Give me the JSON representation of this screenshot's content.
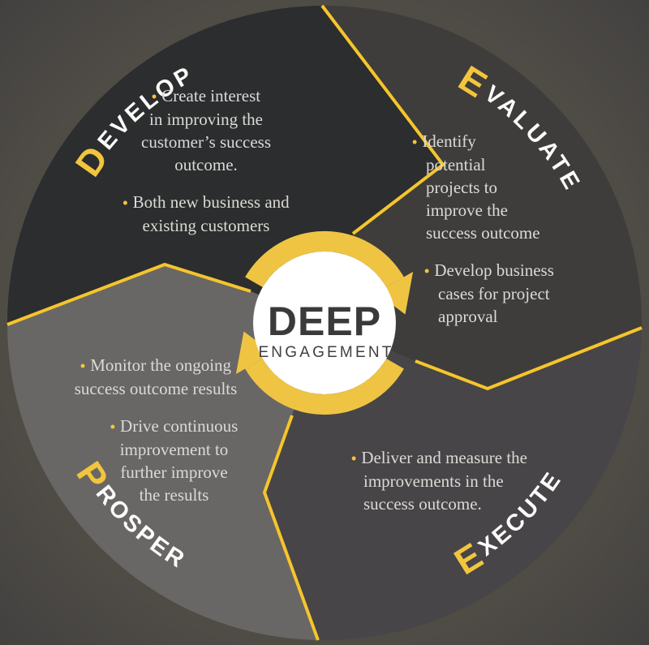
{
  "title": {
    "line1": "DEEP",
    "line2": "ENGAGEMENT"
  },
  "bullet_char": "•",
  "colors": {
    "background": "#434140",
    "accent_line": "#f5c52c",
    "accent_ring": "#efc443",
    "accent_initial": "#f2c53d",
    "label_text": "#fbfbfa",
    "body_text": "#dcdad6",
    "center_bg": "#ffffff",
    "develop_fill": "#2b2d2e",
    "evaluate_fill": "#3f3d3b",
    "execute_fill": "#474547",
    "prosper_fill": "#696765"
  },
  "quadrants": [
    {
      "id": "develop",
      "initial": "D",
      "rest": "EVELOP",
      "bullets": [
        {
          "lines": [
            "Create interest",
            "in improving the",
            "customer’s success",
            "outcome."
          ]
        },
        {
          "lines": [
            "Both new business and",
            "existing customers"
          ]
        }
      ]
    },
    {
      "id": "evaluate",
      "initial": "E",
      "rest": "VALUATE",
      "bullets": [
        {
          "lines": [
            "Identify",
            "potential",
            "projects to",
            "improve the",
            "success outcome"
          ]
        },
        {
          "lines": [
            "Develop business",
            "cases for project",
            "approval"
          ]
        }
      ]
    },
    {
      "id": "execute",
      "initial": "E",
      "rest": "XECUTE",
      "bullets": [
        {
          "lines": [
            "Deliver and measure the",
            "improvements in the",
            "success outcome."
          ]
        }
      ]
    },
    {
      "id": "prosper",
      "initial": "P",
      "rest": "ROSPER",
      "bullets": [
        {
          "lines": [
            "Monitor the ongoing",
            "success outcome results"
          ]
        },
        {
          "lines": [
            "Drive continuous",
            "improvement to",
            "further improve",
            "the results"
          ]
        }
      ]
    }
  ]
}
